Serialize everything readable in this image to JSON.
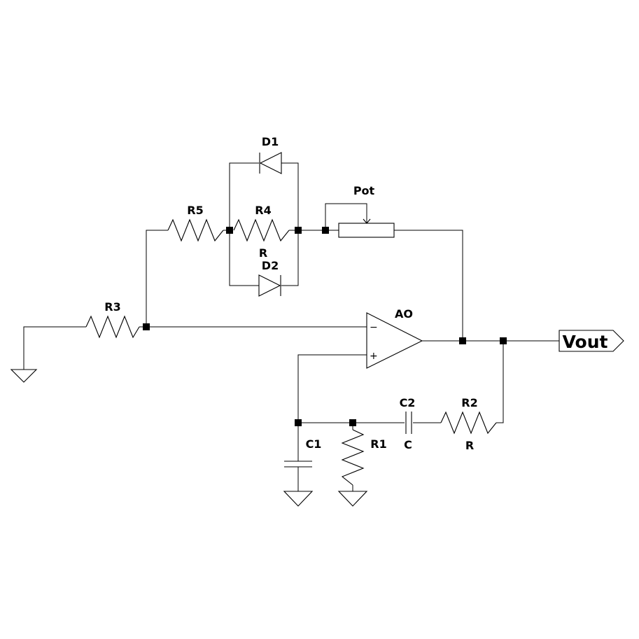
{
  "components": {
    "d1": {
      "ref": "D1"
    },
    "d2": {
      "ref": "D2"
    },
    "r4": {
      "ref": "R4",
      "value": "R"
    },
    "r5": {
      "ref": "R5"
    },
    "r3": {
      "ref": "R3"
    },
    "pot": {
      "ref": "Pot"
    },
    "ao": {
      "ref": "AO",
      "minus_sign": "−",
      "plus_sign": "+"
    },
    "c1": {
      "ref": "C1"
    },
    "r1": {
      "ref": "R1"
    },
    "c2": {
      "ref": "C2",
      "value": "C"
    },
    "r2": {
      "ref": "R2",
      "value": "R"
    }
  },
  "output": {
    "label": "Vout"
  }
}
